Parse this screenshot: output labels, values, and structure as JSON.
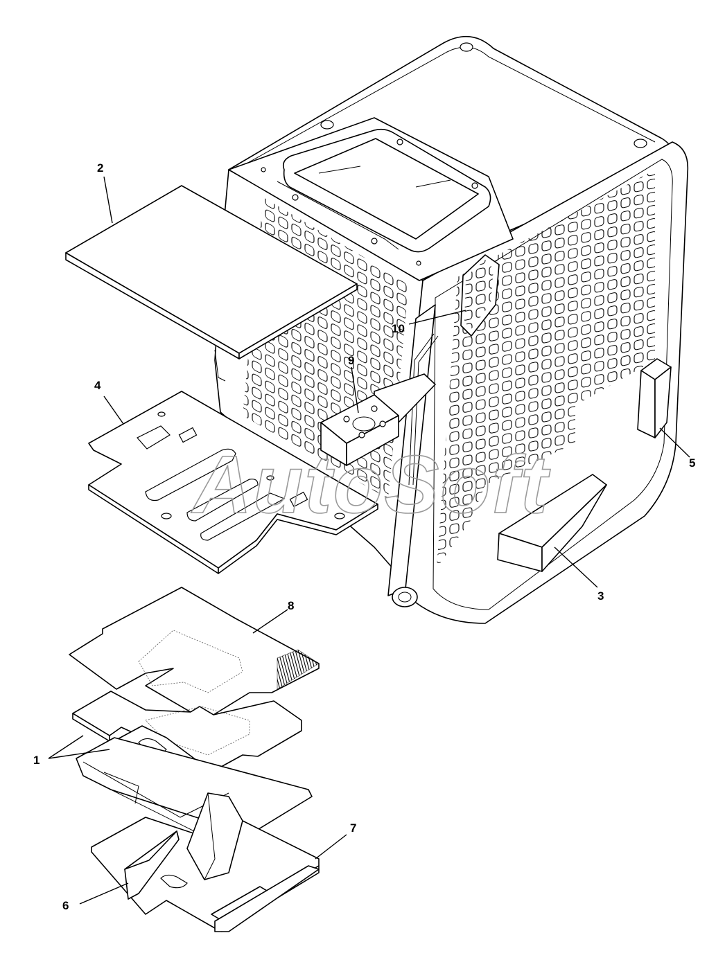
{
  "figure": {
    "watermark": "AutoSoft",
    "callouts": [
      {
        "id": "callout-1",
        "label": "1"
      },
      {
        "id": "callout-2",
        "label": "2"
      },
      {
        "id": "callout-3",
        "label": "3"
      },
      {
        "id": "callout-4",
        "label": "4"
      },
      {
        "id": "callout-5",
        "label": "5"
      },
      {
        "id": "callout-6",
        "label": "6"
      },
      {
        "id": "callout-7",
        "label": "7"
      },
      {
        "id": "callout-8",
        "label": "8"
      },
      {
        "id": "callout-9",
        "label": "9"
      },
      {
        "id": "callout-10",
        "label": "10"
      }
    ]
  }
}
